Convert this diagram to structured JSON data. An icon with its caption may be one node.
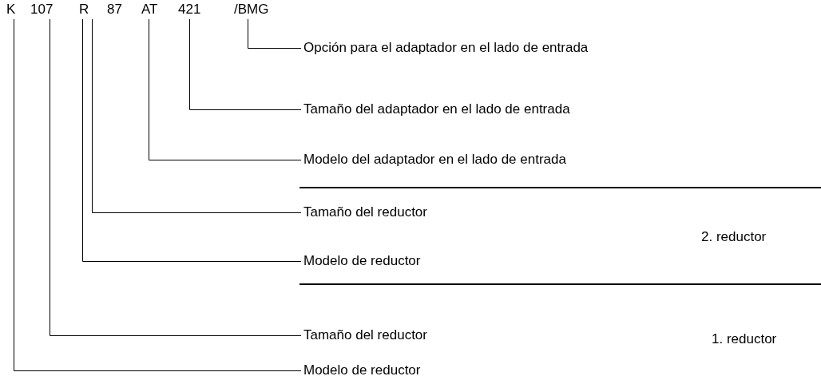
{
  "diagram": {
    "nodes": [
      {
        "text": [
          "K"
        ]
      },
      {
        "text": [
          "107"
        ]
      },
      {
        "text": [
          "R"
        ]
      },
      {
        "text": [
          "87"
        ]
      },
      {
        "text": [
          "AT"
        ]
      },
      {
        "text": [
          "421"
        ]
      },
      {
        "text": [
          "/BMG"
        ]
      },
      {
        "text": [
          "Opción para el adaptador en el lado de entrada"
        ]
      },
      {
        "text": [
          "Tamaño del adaptador en el lado de entrada"
        ]
      },
      {
        "text": [
          "Modelo del adaptador en el lado de entrada"
        ]
      },
      {
        "text": [
          "Tamaño del reductor"
        ]
      },
      {
        "text": [
          "Modelo de reductor"
        ]
      },
      {
        "text": [
          "Tamaño del reductor"
        ]
      },
      {
        "text": [
          "Modelo de reductor"
        ]
      }
    ],
    "edges": [
      {
        "from": 6,
        "to": 7,
        "arrow": "none"
      },
      {
        "from": 5,
        "to": 8,
        "arrow": "none"
      },
      {
        "from": 4,
        "to": 9,
        "arrow": "none"
      },
      {
        "from": 3,
        "to": 10,
        "arrow": "none"
      },
      {
        "from": 2,
        "to": 11,
        "arrow": "none"
      },
      {
        "from": 1,
        "to": 12,
        "arrow": "none"
      },
      {
        "from": 0,
        "to": 13,
        "arrow": "none"
      }
    ],
    "labels": [
      "2. reductor",
      "1. reductor"
    ]
  }
}
